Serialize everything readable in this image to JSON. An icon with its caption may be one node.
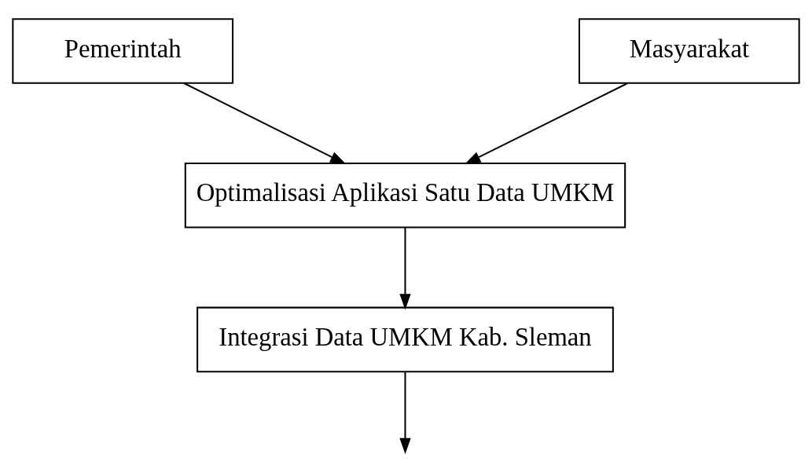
{
  "diagram": {
    "nodes": [
      {
        "text": [
          "Pemerintah"
        ]
      },
      {
        "text": [
          "Masyarakat"
        ]
      },
      {
        "text": [
          "Optimalisasi Aplikasi Satu Data UMKM"
        ]
      },
      {
        "text": [
          "Integrasi Data UMKM Kab. Sleman"
        ]
      }
    ],
    "edges": [
      {
        "from": 0,
        "to": 2,
        "arrow": "to"
      },
      {
        "from": 1,
        "to": 2,
        "arrow": "to"
      },
      {
        "from": 2,
        "to": 3,
        "arrow": "to"
      },
      {
        "from": 3,
        "to": null,
        "arrow": "to"
      }
    ]
  }
}
